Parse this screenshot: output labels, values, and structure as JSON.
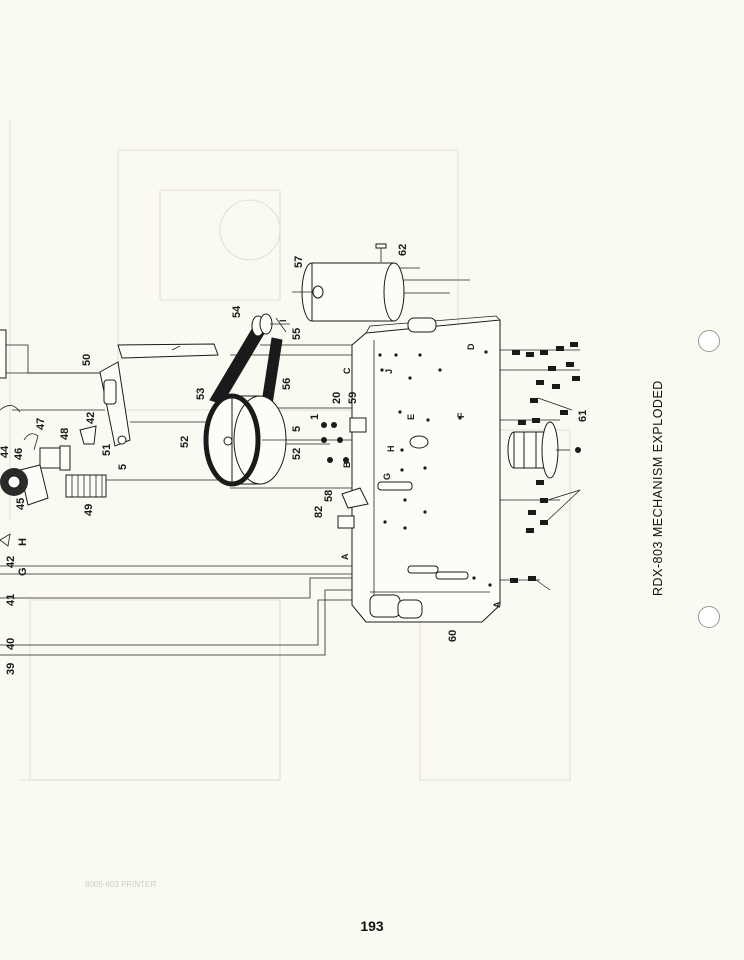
{
  "caption": "RDX-803 MECHANISM EXPLODED",
  "page_number": "193",
  "bleed_text": "8005-803 PRINTER",
  "callouts": {
    "c62": "62",
    "c57": "57",
    "c54": "54",
    "c55": "55",
    "c50": "50",
    "c53": "53",
    "c56": "56",
    "c52a": "52",
    "c52b": "52",
    "c5a": "5",
    "c20": "20",
    "c59": "59",
    "c1": "1",
    "c58": "58",
    "c82": "82",
    "c60": "60",
    "c61": "61",
    "c47": "47",
    "c48": "48",
    "c42a": "42",
    "c51": "51",
    "c5b": "5",
    "c44": "44",
    "c46": "46",
    "c45": "45",
    "c49": "49",
    "cH1": "H",
    "c42b": "42",
    "cG1": "G",
    "c41": "41",
    "c40": "40",
    "c39": "39",
    "cA1": "A",
    "cA2": "A"
  },
  "letters": {
    "D": "D",
    "C": "C",
    "J": "J",
    "F": "F",
    "E": "E",
    "H": "H",
    "B": "B",
    "G": "G",
    "A": "A",
    "I": "I"
  }
}
